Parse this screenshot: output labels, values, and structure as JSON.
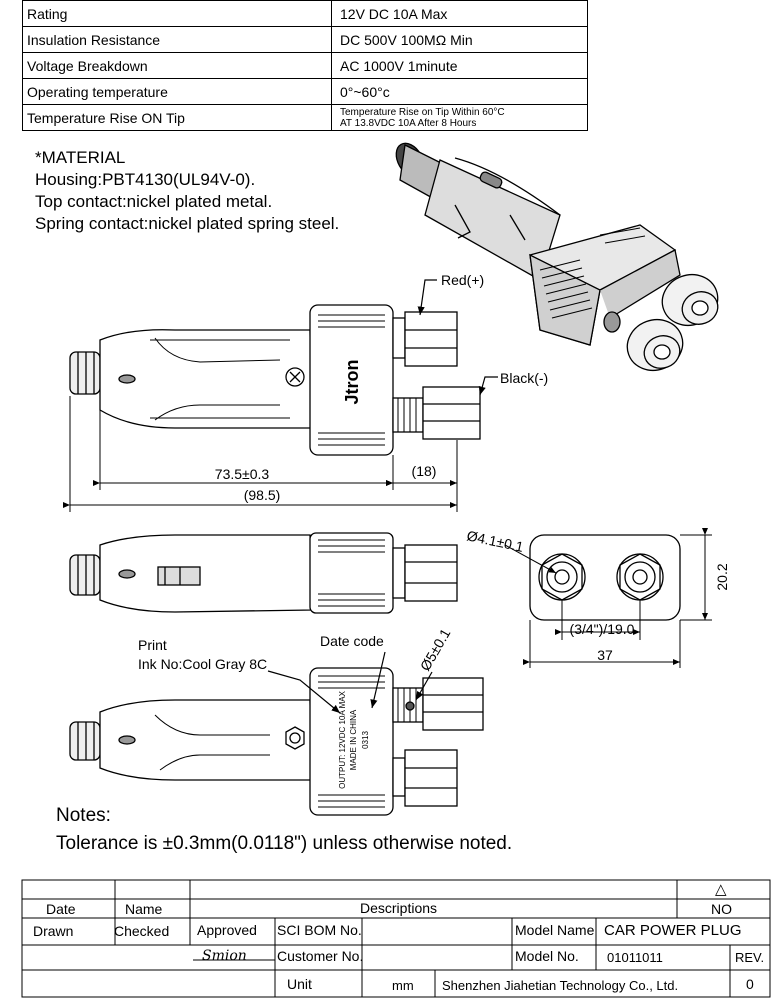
{
  "spec_table": [
    {
      "param": "Rating",
      "value": "12V DC 10A Max"
    },
    {
      "param": "Insulation Resistance",
      "value": "DC 500V 100MΩ  Min"
    },
    {
      "param": "Voltage Breakdown",
      "value": "AC 1000V 1minute"
    },
    {
      "param": "Operating temperature",
      "value": "0°~60°c"
    },
    {
      "param": "Temperature Rise ON Tip",
      "value": "Temperature Rise on Tip  Within 60°C",
      "value2": "AT 13.8VDC 10A After 8 Hours"
    }
  ],
  "material": {
    "heading": "*MATERIAL",
    "lines": [
      "Housing:PBT4130(UL94V-0).",
      "Top contact:nickel plated metal.",
      "Spring contact:nickel plated spring steel."
    ]
  },
  "labels": {
    "red": "Red(+)",
    "black": "Black(-)",
    "brand": "Jtron",
    "print": "Print",
    "ink": "Ink No:Cool Gray 8C",
    "date_code": "Date code",
    "print_output": "OUTPUT: 12VDC 10A MAX",
    "print_made": "MADE IN CHINA",
    "print_code": "0313"
  },
  "dimensions": {
    "body_length": "73.5±0.3",
    "terminal_length": "(18)",
    "overall_length": "(98.5)",
    "hole_dia": "Ø4.1±0.1",
    "height": "20.2",
    "spacing": "(3/4\")/19.0",
    "width": "37",
    "screw_dia": "Ø5±0.1"
  },
  "notes": {
    "title": "Notes:",
    "text": "Tolerance is ±0.3mm(0.0118\") unless otherwise noted."
  },
  "title_block": {
    "revision_symbol": "△",
    "date": "Date",
    "name": "Name",
    "descriptions": "Descriptions",
    "no": "NO",
    "drawn": "Drawn",
    "checked": "Checked",
    "approved": "Approved",
    "sci_bom": "SCI BOM No.",
    "customer_no": "Customer No.",
    "unit": "Unit",
    "unit_value": "mm",
    "signature": "Smion",
    "model_name_label": "Model Name",
    "model_name": "CAR POWER PLUG",
    "model_no_label": "Model No.",
    "model_no": "01011011",
    "rev_label": "REV.",
    "rev": "0",
    "company": "Shenzhen Jiahetian Technology Co., Ltd."
  }
}
